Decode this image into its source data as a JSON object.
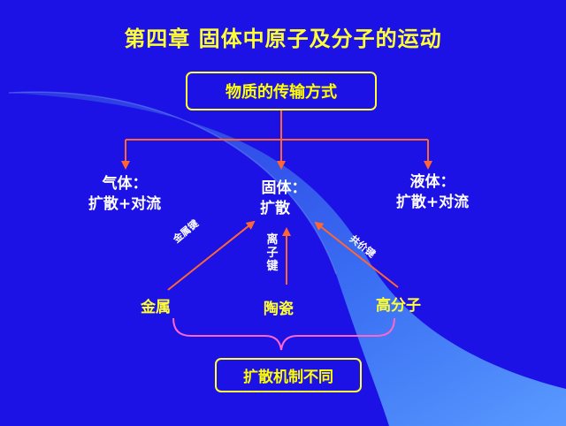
{
  "title": "第四章  固体中原子及分子的运动",
  "top_box": "物质的传输方式",
  "states": {
    "gas": {
      "line1": "气体：",
      "line2": "扩散+对流"
    },
    "solid": {
      "line1": "固体：",
      "line2": "扩散"
    },
    "liquid": {
      "line1": "液体：",
      "line2": "扩散+对流"
    }
  },
  "materials": {
    "metal": "金属",
    "ceramic": "陶瓷",
    "polymer": "高分子"
  },
  "bonds": {
    "metallic": "金属键",
    "ionic": "离子键",
    "covalent": "共价键"
  },
  "bottom_box": "扩散机制不同",
  "colors": {
    "background": "#1c12e6",
    "title": "#ffff33",
    "arrow": "#ff6633",
    "brace": "#ff66cc",
    "box_border": "#ffff33"
  }
}
